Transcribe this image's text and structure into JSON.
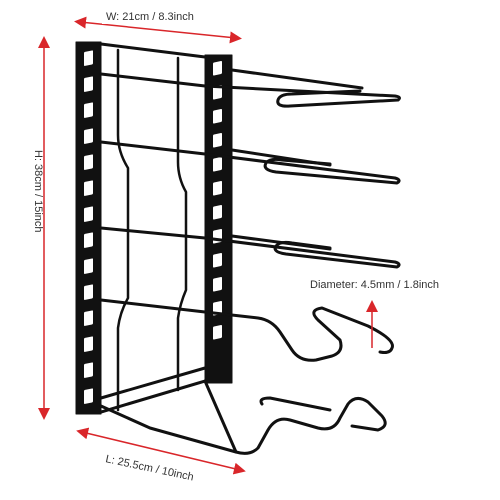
{
  "dimensions": {
    "width_label": "W: 21cm / 8.3inch",
    "height_label": "H: 38cm / 15inch",
    "length_label": "L: 25.5cm / 10inch",
    "diameter_label": "Diameter: 4.5mm / 1.8inch"
  },
  "colors": {
    "arrow": "#d9262a",
    "rack": "#111111",
    "background": "#ffffff"
  }
}
